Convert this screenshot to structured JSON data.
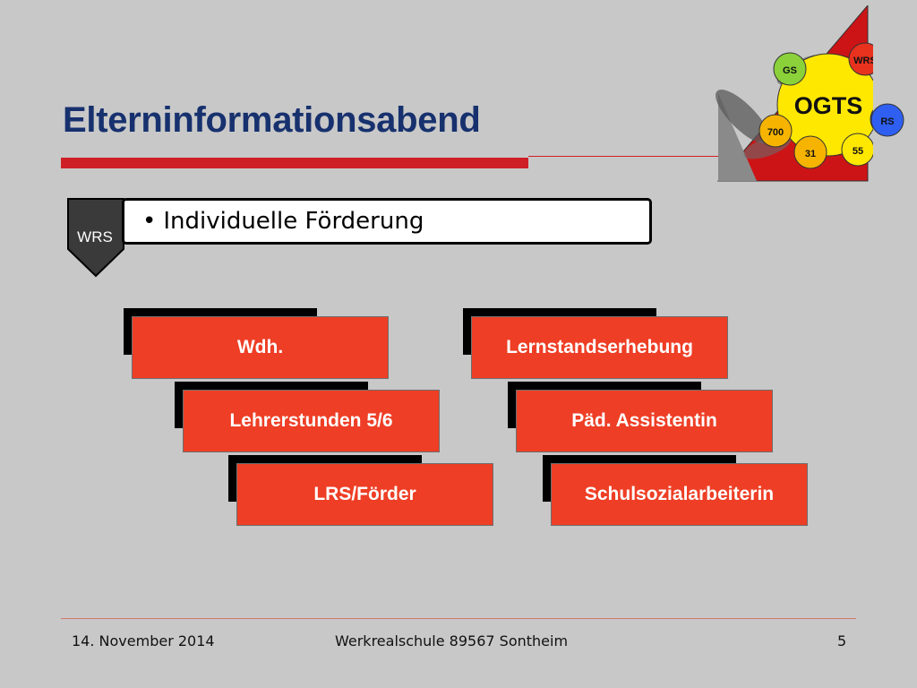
{
  "slide": {
    "title": "Elterninformationsabend",
    "tag_label": "WRS",
    "bullet": "Individuelle Förderung",
    "bullet_symbol": "•"
  },
  "logo": {
    "center_label": "OGTS",
    "circles": [
      "GS",
      "WRS",
      "RS",
      "700",
      "31",
      "55"
    ]
  },
  "cards": [
    "Wdh.",
    "Lernstandserhebung",
    "Lehrerstunden 5/6",
    "Päd. Assistentin",
    "LRS/Förder",
    "Schulsozialarbeiterin"
  ],
  "footer": {
    "date": "14. November 2014",
    "school": "Werkrealschule 89567 Sontheim",
    "page": "5"
  },
  "colors": {
    "title": "#17316e",
    "accent_red": "#cf1f26",
    "card_red": "#ee3e25",
    "background": "#c8c8c8"
  }
}
